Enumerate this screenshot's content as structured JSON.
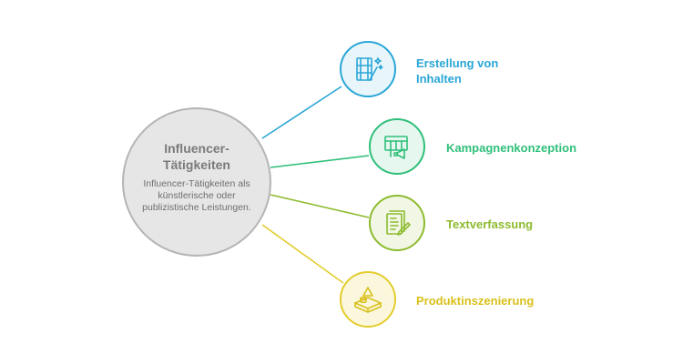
{
  "center": {
    "title": "Influencer-Tätigkeiten",
    "description": "Influencer-Tätigkeiten als künstlerische oder publizistische Leistungen."
  },
  "nodes": [
    {
      "label_line1": "Erstellung von",
      "label_line2": "Inhalten",
      "color": "#2aa6d6",
      "icon": "film-magic-wand-icon"
    },
    {
      "label_line1": "Kampagnenkonzeption",
      "label_line2": "",
      "color": "#2fbf7a",
      "icon": "billboard-megaphone-icon"
    },
    {
      "label_line1": "Textverfassung",
      "label_line2": "",
      "color": "#8dbb2f",
      "icon": "document-pen-icon"
    },
    {
      "label_line1": "Produktinszenierung",
      "label_line2": "",
      "color": "#e3cd2e",
      "icon": "product-pedestal-icon"
    }
  ]
}
